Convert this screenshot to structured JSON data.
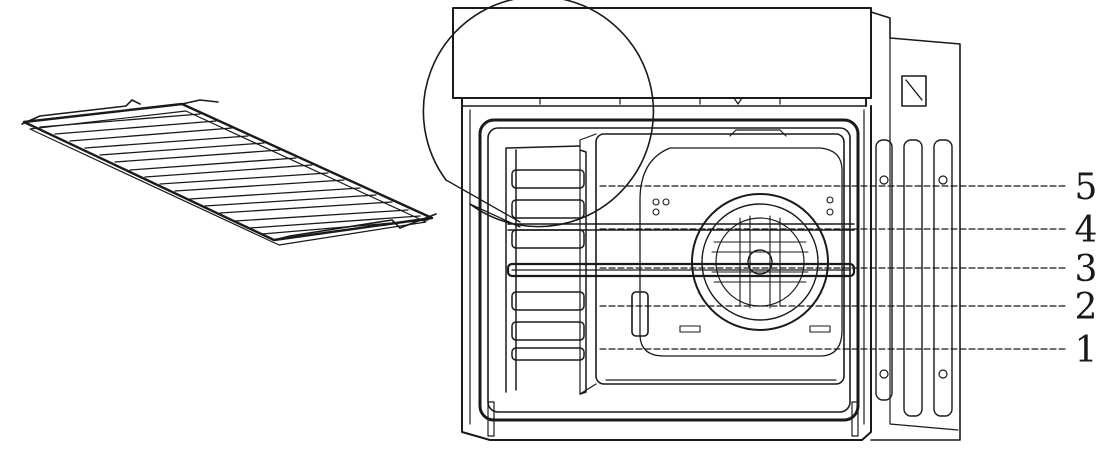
{
  "diagram": {
    "shelf_levels": [
      {
        "number": "5"
      },
      {
        "number": "4"
      },
      {
        "number": "3"
      },
      {
        "number": "2"
      },
      {
        "number": "1"
      }
    ],
    "colors": {
      "line": "#1a1a1a",
      "background": "#ffffff"
    }
  }
}
